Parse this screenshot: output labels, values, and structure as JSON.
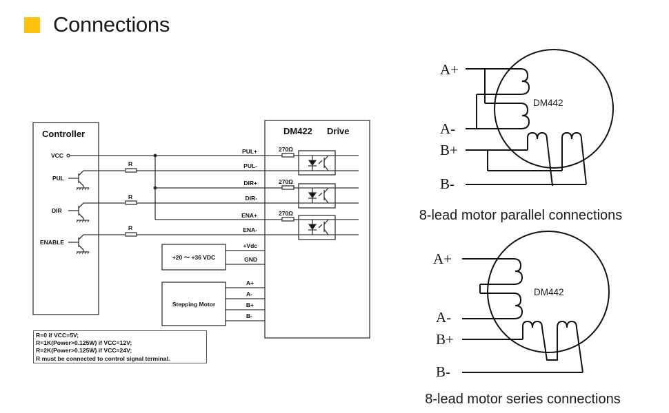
{
  "header": {
    "title": "Connections",
    "accent_color": "#ffc20e"
  },
  "wiring_diagram": {
    "controller": {
      "title": "Controller",
      "pins": [
        "VCC",
        "PUL",
        "DIR",
        "ENABLE"
      ],
      "resistor_label": "R"
    },
    "drive": {
      "title": "DM422",
      "subtitle": "Drive",
      "signal_terminals": [
        "PUL+",
        "PUL-",
        "DIR+",
        "DIR-",
        "ENA+",
        "ENA-"
      ],
      "resistor_value": "270Ω",
      "power_terminals": [
        "+Vdc",
        "GND"
      ],
      "motor_terminals": [
        "A+",
        "A-",
        "B+",
        "B-"
      ]
    },
    "power_supply": {
      "label": "+20 ～ +36 VDC"
    },
    "stepping_motor": {
      "label": "Stepping Motor"
    },
    "notes": [
      "R=0 if VCC=5V;",
      "R=1K(Power>0.125W) if VCC=12V;",
      "R=2K(Power>0.125W) if VCC=24V;",
      "R must be connected to control signal terminal."
    ]
  },
  "parallel_diagram": {
    "motor_label": "DM442",
    "leads": [
      "A+",
      "A-",
      "B+",
      "B-"
    ],
    "caption": "8-lead motor parallel connections"
  },
  "series_diagram": {
    "motor_label": "DM442",
    "leads": [
      "A+",
      "A-",
      "B+",
      "B-"
    ],
    "caption": "8-lead motor series connections"
  }
}
